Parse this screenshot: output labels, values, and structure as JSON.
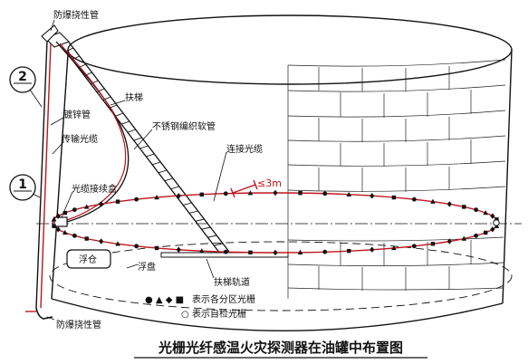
{
  "title": "光栅光纤感温火灾探测器在油罐中布置图",
  "labels": {
    "explosion_hose_top": "防爆挠性管",
    "explosion_hose_bottom": "防爆挠性管",
    "galvanized_pipe": "镀锌管",
    "transmission_cable": "传输光缆",
    "ladder": "扶梯",
    "steel_hose": "不锈钢编织软管",
    "connecting_cable": "连接光缆",
    "spacing": "≤3m",
    "junction_box": "光缆接续盒",
    "float_chamber": "浮仓",
    "floating_roof": "浮盘",
    "ladder_track": "扶梯轨道"
  },
  "callouts": {
    "section_2": "2",
    "section_1": "1"
  },
  "legend": {
    "zone_symbols": "● ▲ ◆ ■",
    "zone_text": "表示各分区光栅",
    "self_check_symbol": "○",
    "self_check_text": "表示自检光栅"
  },
  "colors": {
    "ink": "#111111",
    "fiber": "#c0141c"
  }
}
